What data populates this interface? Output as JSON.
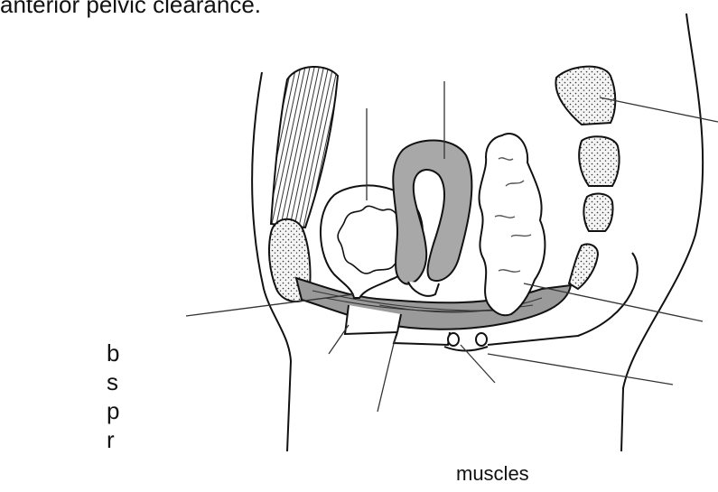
{
  "title": "anterior pelvic clearance.",
  "side_text_fragments": [
    "b",
    "s",
    "p",
    "r"
  ],
  "bottom_label": "muscles",
  "colors": {
    "line": "#111111",
    "muscle_fill": "#9a9a9a",
    "uterus_fill": "#a8a8a8",
    "bone_fill": "#f4f4f4"
  }
}
